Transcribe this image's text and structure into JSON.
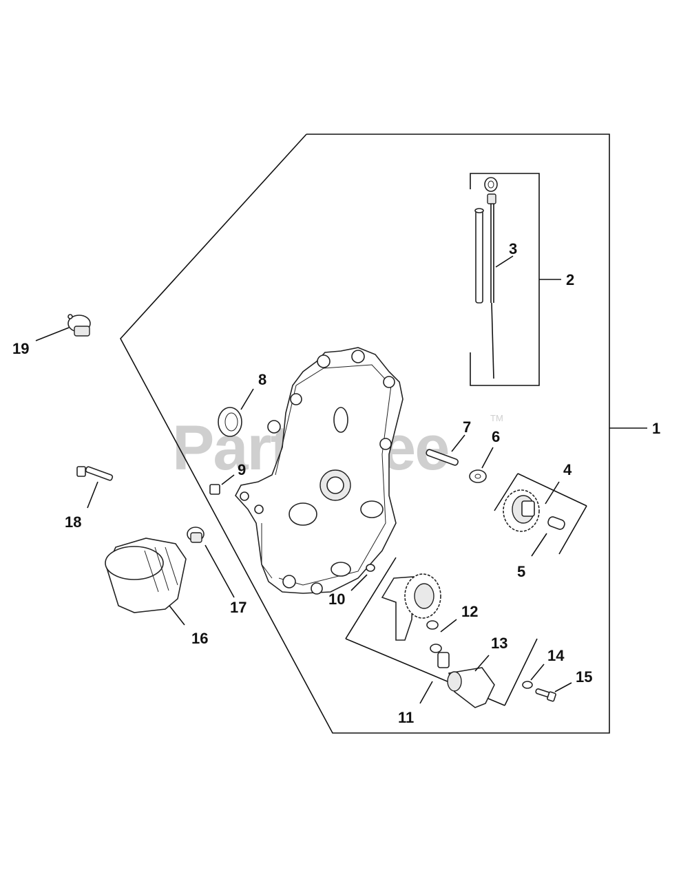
{
  "watermark": {
    "text": "PartsTree",
    "tm": "TM"
  },
  "callouts": [
    {
      "id": "1",
      "label": "1"
    },
    {
      "id": "2",
      "label": "2"
    },
    {
      "id": "3",
      "label": "3"
    },
    {
      "id": "4",
      "label": "4"
    },
    {
      "id": "5",
      "label": "5"
    },
    {
      "id": "6",
      "label": "6"
    },
    {
      "id": "7",
      "label": "7"
    },
    {
      "id": "8",
      "label": "8"
    },
    {
      "id": "9",
      "label": "9"
    },
    {
      "id": "10",
      "label": "10"
    },
    {
      "id": "11",
      "label": "11"
    },
    {
      "id": "12",
      "label": "12"
    },
    {
      "id": "13",
      "label": "13"
    },
    {
      "id": "14",
      "label": "14"
    },
    {
      "id": "15",
      "label": "15"
    },
    {
      "id": "16",
      "label": "16"
    },
    {
      "id": "17",
      "label": "17"
    },
    {
      "id": "18",
      "label": "18"
    },
    {
      "id": "19",
      "label": "19"
    }
  ]
}
